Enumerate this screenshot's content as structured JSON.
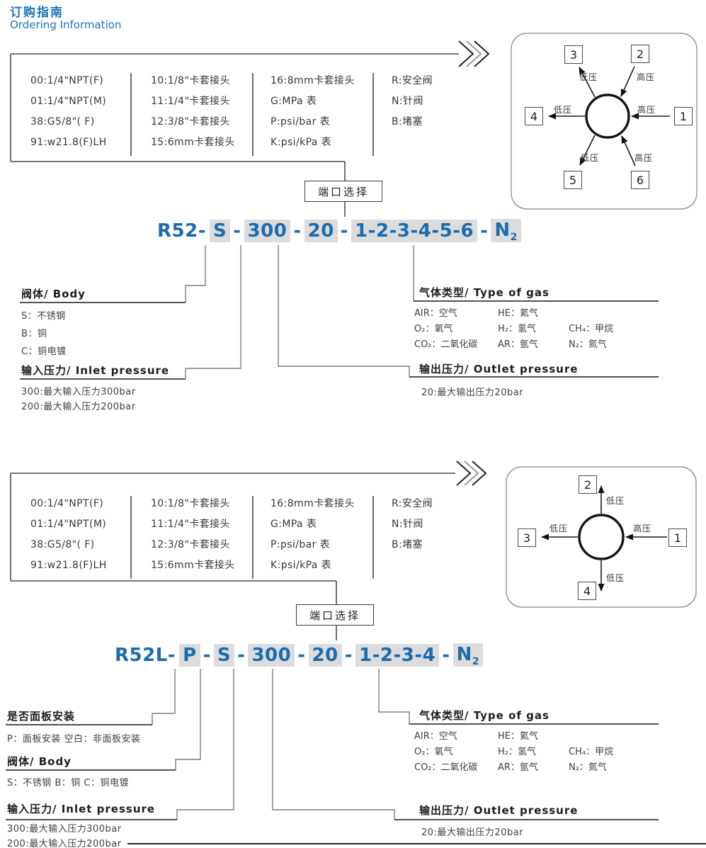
{
  "header": {
    "title_zh": "订购指南",
    "title_en": "Ordering Information",
    "accent_color": "#1b74b8"
  },
  "port_table": {
    "col1": [
      "00:1/4\"NPT(F)",
      "01:1/4\"NPT(M)",
      "38:G5/8\"( F)",
      "91:w21.8(F)LH"
    ],
    "col2": [
      "10:1/8\"卡套接头",
      "11:1/4\"卡套接头",
      "12:3/8\"卡套接头",
      "15:6mm卡套接头"
    ],
    "col3": [
      "16:8mm卡套接头",
      "G:MPa 表",
      "P:psi/bar 表",
      "K:psi/kPa 表"
    ],
    "col4": [
      "R:安全阀",
      "N:针阀",
      "B:堵塞"
    ]
  },
  "port_select": "端口选择",
  "labels": {
    "low_pressure": "低压",
    "high_pressure": "高压"
  },
  "diagram6": {
    "p1": "1",
    "p2": "2",
    "p3": "3",
    "p4": "4",
    "p5": "5",
    "p6": "6"
  },
  "diagram4": {
    "p1": "1",
    "p2": "2",
    "p3": "3",
    "p4": "4"
  },
  "model1": {
    "prefix": "R52-",
    "body": "S",
    "dash": "-",
    "inlet": "300",
    "outlet": "20",
    "ports": "1-2-3-4-5-6",
    "gas": "N",
    "gas_sub": "2",
    "color": "#1a6cae",
    "highlight": "#dcdcdc"
  },
  "model2": {
    "prefix": "R52L-",
    "panel": "P",
    "dash": "-",
    "body": "S",
    "inlet": "300",
    "outlet": "20",
    "ports": "1-2-3-4",
    "gas": "N",
    "gas_sub": "2"
  },
  "body_section": {
    "title": "阀体/ Body",
    "items": [
      "S：不锈钢",
      "B：铜",
      "C：铜电镀"
    ],
    "inline": "S：不锈钢  B：铜  C：铜电镀"
  },
  "panel_section": {
    "title": "是否面板安装",
    "desc": "P：面板安装  空白：非面板安装"
  },
  "gas_section": {
    "title": "气体类型/ Type of gas",
    "row1": [
      "AIR：空气",
      "HE：氦气"
    ],
    "row2": [
      "O₂：氧气",
      "H₂：氢气",
      "CH₄：甲烷"
    ],
    "row3": [
      "CO₂：二氧化碳",
      "AR：氩气",
      "N₂：氮气"
    ]
  },
  "inlet_section": {
    "title": "输入压力/ Inlet pressure",
    "items": [
      "300:最大输入压力300bar",
      "200:最大输入压力200bar"
    ]
  },
  "outlet_section": {
    "title": "输出压力/ Outlet pressure",
    "items": [
      "20:最大输出压力20bar"
    ]
  }
}
